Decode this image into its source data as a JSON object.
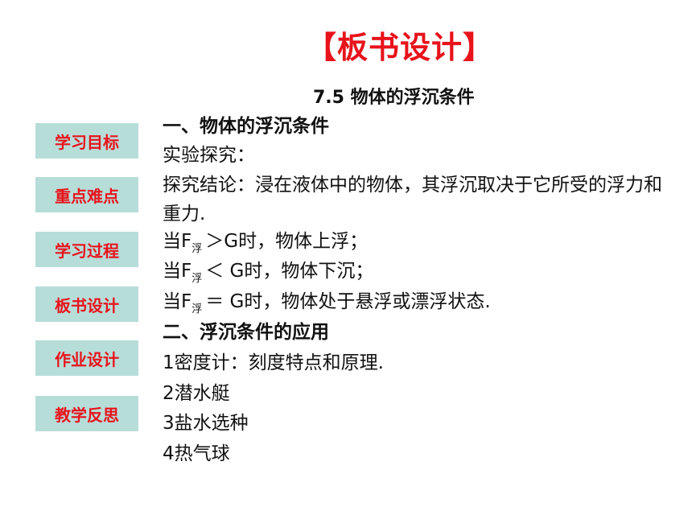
{
  "title": "【板书设计】",
  "subtitle": "7.5  物体的浮沉条件",
  "nav": {
    "items": [
      "学习目标",
      "重点难点",
      "学习过程",
      "板书设计",
      "作业设计",
      "教学反思"
    ]
  },
  "content": {
    "section1_heading": "一、物体的浮沉条件",
    "experiment": "实验探究：",
    "conclusion": "探究结论：浸在液体中的物体，其浮沉取决于它所受的浮力和重力.",
    "cond1": {
      "pre": "当F",
      "sub": "浮",
      "post": "＞G时，物体上浮；"
    },
    "cond2": {
      "pre": "当F",
      "sub": "浮",
      "post": "＜ G时，物体下沉；"
    },
    "cond3": {
      "pre": "当F",
      "sub": "浮",
      "post": "＝ G时，物体处于悬浮或漂浮状态."
    },
    "section2_heading": "二、浮沉条件的应用",
    "apps": [
      "1密度计：刻度特点和原理.",
      "2潜水艇",
      "3盐水选种",
      "4热气球"
    ]
  }
}
